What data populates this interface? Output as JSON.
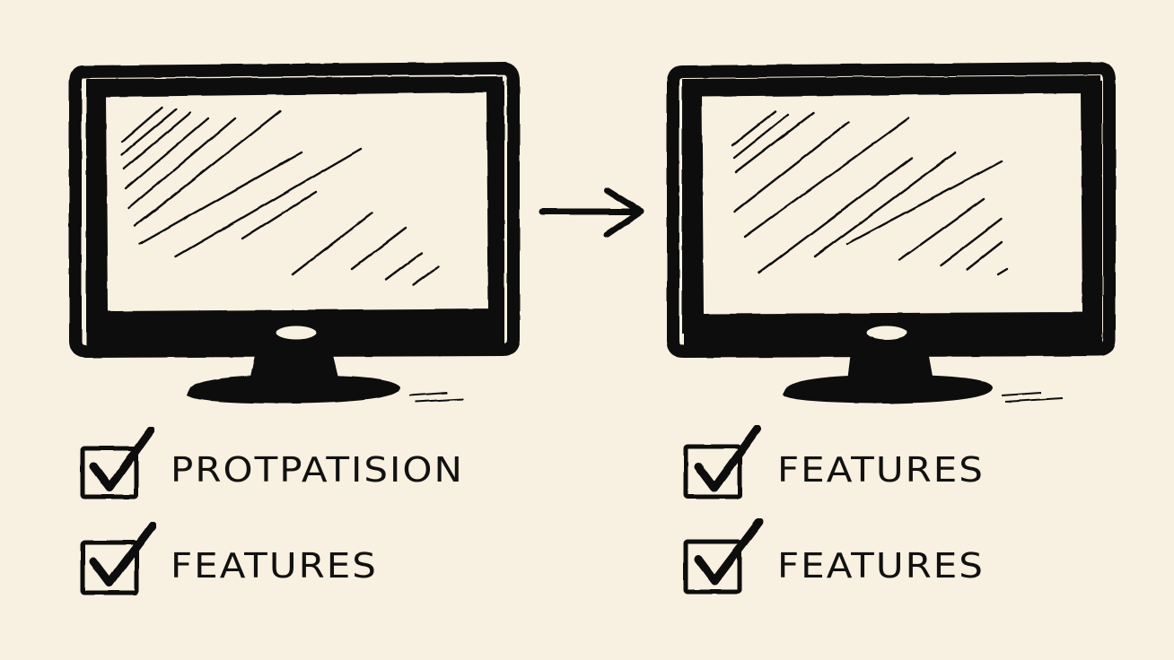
{
  "left_panel": {
    "checklist": [
      {
        "label": "Protpatision",
        "checked": true
      },
      {
        "label": "Features",
        "checked": true
      }
    ]
  },
  "right_panel": {
    "checklist": [
      {
        "label": "Features",
        "checked": true
      },
      {
        "label": "Features",
        "checked": true
      }
    ]
  },
  "icons": {
    "monitor": "monitor-icon",
    "arrow": "arrow-right-icon",
    "checkbox": "checkbox-checked-icon"
  },
  "colors": {
    "background": "#f8f0e0",
    "ink": "#111111"
  }
}
